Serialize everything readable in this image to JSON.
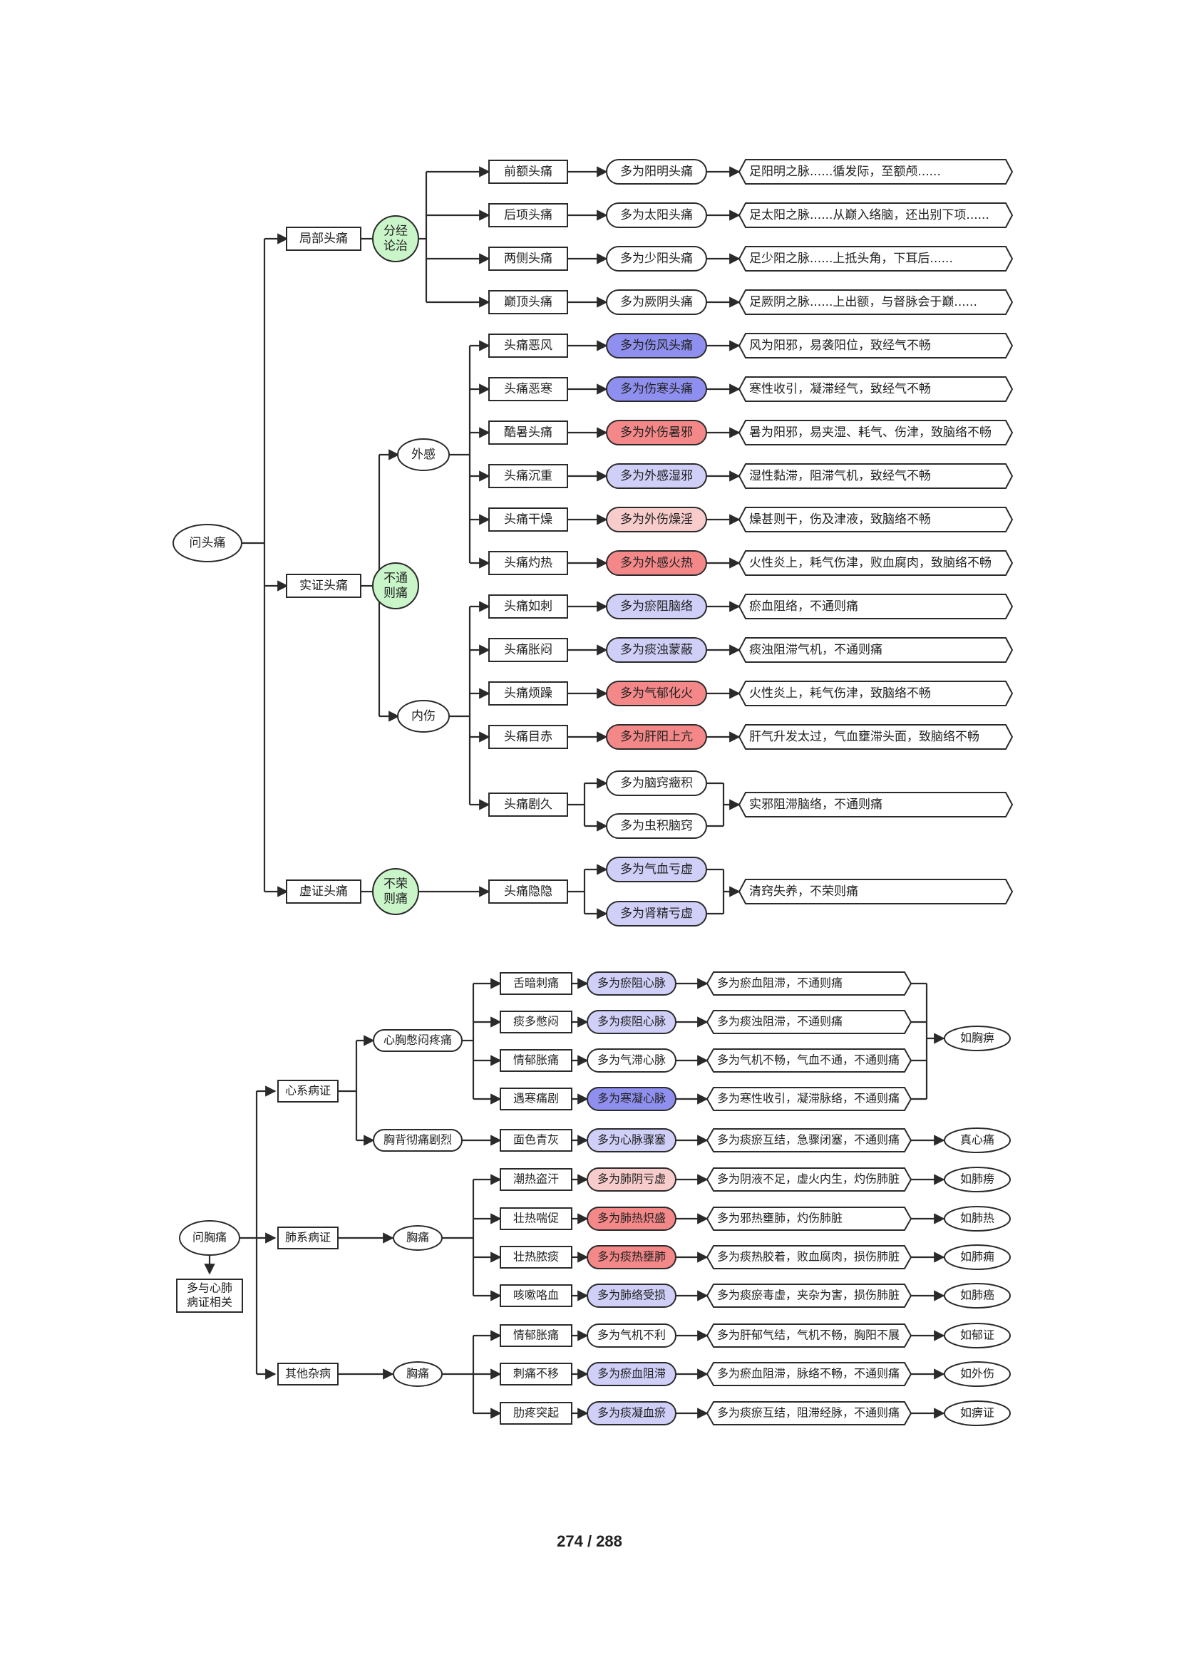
{
  "headache": {
    "root": "问头痛",
    "branches": [
      "局部头痛",
      "实证头痛",
      "虚证头痛"
    ],
    "bubbles": [
      "分经\n论治",
      "不通\n则痛",
      "不荣\n则痛"
    ],
    "sub": [
      "外感",
      "内伤"
    ],
    "local": [
      {
        "s": "前额头痛",
        "t": "多为阳明头痛",
        "d": "足阳明之脉......循发际，至额颅......"
      },
      {
        "s": "后项头痛",
        "t": "多为太阳头痛",
        "d": "足太阳之脉......从巅入络脑，还出别下项......"
      },
      {
        "s": "两侧头痛",
        "t": "多为少阳头痛",
        "d": "足少阳之脉......上抵头角，下耳后......"
      },
      {
        "s": "巅顶头痛",
        "t": "多为厥阴头痛",
        "d": "足厥阴之脉......上出额，与督脉会于巅......"
      }
    ],
    "waigan": [
      {
        "s": "头痛恶风",
        "t": "多为伤风头痛",
        "d": "风为阳邪，易袭阳位，致经气不畅"
      },
      {
        "s": "头痛恶寒",
        "t": "多为伤寒头痛",
        "d": "寒性收引，凝滞经气，致经气不畅"
      },
      {
        "s": "酷暑头痛",
        "t": "多为外伤暑邪",
        "d": "暑为阳邪，易夹湿、耗气、伤津，致脑络不畅"
      },
      {
        "s": "头痛沉重",
        "t": "多为外感湿邪",
        "d": "湿性黏滞，阻滞气机，致经气不畅"
      },
      {
        "s": "头痛干燥",
        "t": "多为外伤燥淫",
        "d": "燥甚则干，伤及津液，致脑络不畅"
      },
      {
        "s": "头痛灼热",
        "t": "多为外感火热",
        "d": "火性炎上，耗气伤津，败血腐肉，致脑络不畅"
      }
    ],
    "neishang": [
      {
        "s": "头痛如刺",
        "t": "多为瘀阻脑络",
        "d": "瘀血阻络，不通则痛"
      },
      {
        "s": "头痛胀闷",
        "t": "多为痰浊蒙蔽",
        "d": "痰浊阻滞气机，不通则痛"
      },
      {
        "s": "头痛烦躁",
        "t": "多为气郁化火",
        "d": "火性炎上，耗气伤津，致脑络不畅"
      },
      {
        "s": "头痛目赤",
        "t": "多为肝阳上亢",
        "d": "肝气升发太过，气血壅滞头面，致脑络不畅"
      }
    ],
    "jujiu": {
      "s": "头痛剧久",
      "t": [
        "多为脑窍癥积",
        "多为虫积脑窍"
      ],
      "d": "实邪阻滞脑络，不通则痛"
    },
    "xu": {
      "s": "头痛隐隐",
      "t": [
        "多为气血亏虚",
        "多为肾精亏虚"
      ],
      "d": "清窍失养，不荣则痛"
    }
  },
  "chest": {
    "root": "问胸痛",
    "note": "多与心肺\n病证相关",
    "branches": [
      "心系病证",
      "肺系病证",
      "其他杂病"
    ],
    "heart_sub": [
      "心胸憋闷疼痛",
      "胸背彻痛剧烈"
    ],
    "chest_label": "胸痛",
    "heart_rows": [
      {
        "s": "舌暗刺痛",
        "t": "多为瘀阻心脉",
        "d": "多为瘀血阻滞，不通则痛"
      },
      {
        "s": "痰多憋闷",
        "t": "多为痰阻心脉",
        "d": "多为痰浊阻滞，不通则痛"
      },
      {
        "s": "情郁胀痛",
        "t": "多为气滞心脉",
        "d": "多为气机不畅，气血不通，不通则痛"
      },
      {
        "s": "遇寒痛剧",
        "t": "多为寒凝心脉",
        "d": "多为寒性收引，凝滞脉络，不通则痛"
      }
    ],
    "heart_result": "如胸痹",
    "heart_acute": {
      "s": "面色青灰",
      "t": "多为心脉骤塞",
      "d": "多为痰瘀互结，急骤闭塞，不通则痛",
      "r": "真心痛"
    },
    "lung_rows": [
      {
        "s": "潮热盗汗",
        "t": "多为肺阴亏虚",
        "d": "多为阴液不足，虚火内生，灼伤肺脏",
        "r": "如肺痨"
      },
      {
        "s": "壮热喘促",
        "t": "多为肺热炽盛",
        "d": "多为邪热壅肺，灼伤肺脏",
        "r": "如肺热"
      },
      {
        "s": "壮热脓痰",
        "t": "多为痰热壅肺",
        "d": "多为痰热胶着，败血腐肉，损伤肺脏",
        "r": "如肺痈"
      },
      {
        "s": "咳嗽咯血",
        "t": "多为肺络受损",
        "d": "多为痰瘀毒虚，夹杂为害，损伤肺脏",
        "r": "如肺癌"
      }
    ],
    "other_rows": [
      {
        "s": "情郁胀痛",
        "t": "多为气机不利",
        "d": "多为肝郁气结，气机不畅，胸阳不展",
        "r": "如郁证"
      },
      {
        "s": "刺痛不移",
        "t": "多为瘀血阻滞",
        "d": "多为瘀血阻滞，脉络不畅，不通则痛",
        "r": "如外伤"
      },
      {
        "s": "肋疼突起",
        "t": "多为痰凝血瘀",
        "d": "多为痰瘀互结，阻滞经脉，不通则痛",
        "r": "如痹证"
      }
    ]
  },
  "colors": {
    "green": "#c9f5c9",
    "blue_dark": "#8f8fef",
    "blue_light": "#cfcff8",
    "red": "#f48888",
    "red_light": "#f9cccc",
    "white": "#ffffff"
  },
  "page": "274 / 288"
}
